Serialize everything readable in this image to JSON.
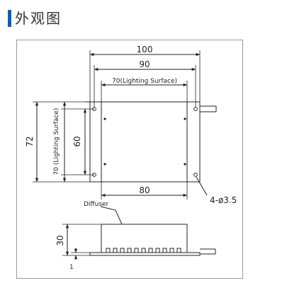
{
  "title": "外观图",
  "colors": {
    "accent": "#1a5aa8",
    "line": "#222222",
    "frame": "#9a9a9a"
  },
  "top_view": {
    "dim_overall_width": "100",
    "dim_hole_spacing_x": "90",
    "dim_lighting_width": "70(Lighting Surface)",
    "dim_overall_height": "72",
    "dim_lighting_height": "70 (Lighting Surface)",
    "dim_hole_spacing_y": "60",
    "dim_bottom_width": "80",
    "dim_holes": "4-ø3.5"
  },
  "side_view": {
    "label_diffuser": "Diffuser",
    "dim_height": "30",
    "dim_thickness": "1"
  }
}
